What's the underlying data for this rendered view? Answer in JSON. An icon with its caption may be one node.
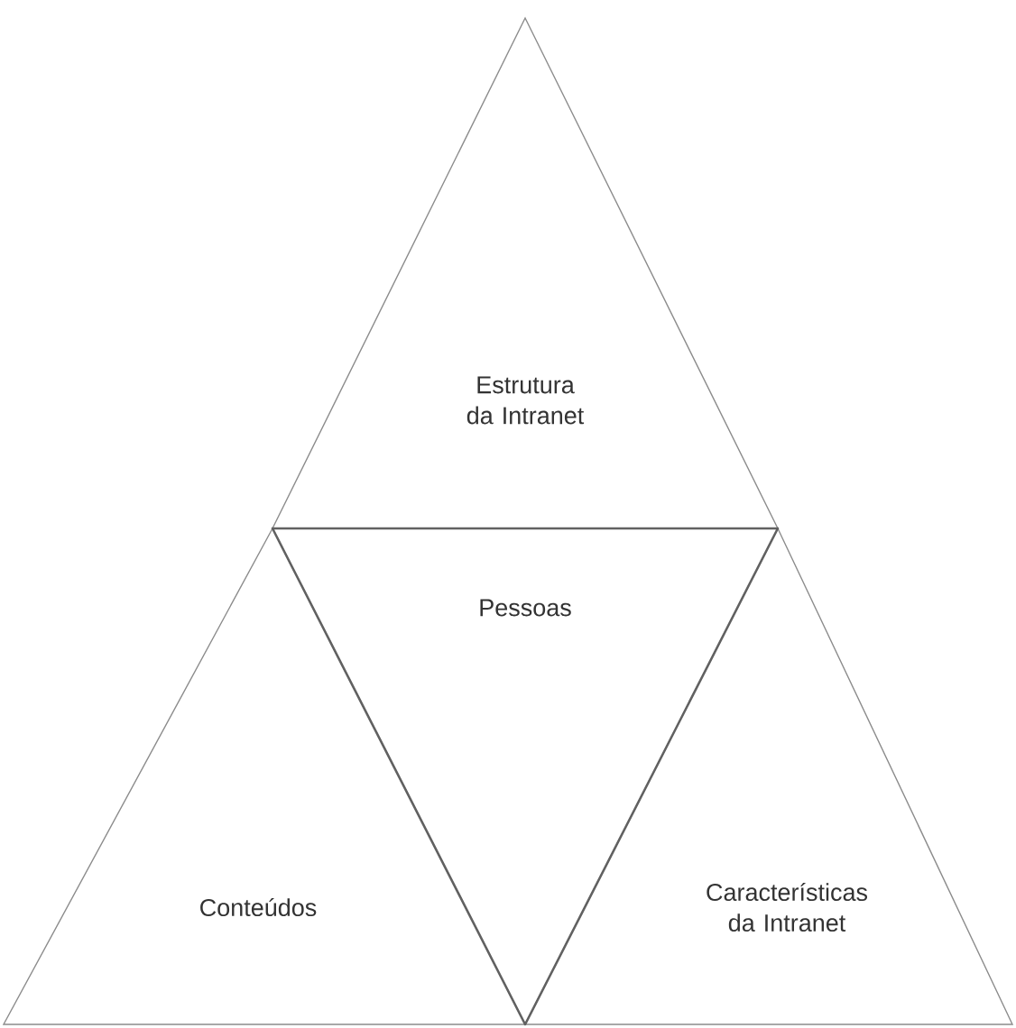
{
  "diagram": {
    "nodes": [
      {
        "text": [
          "Estrutura da Intranet"
        ]
      },
      {
        "text": [
          "Pessoas"
        ]
      },
      {
        "text": [
          "Conteúdos"
        ]
      },
      {
        "text": [
          "Características da Intranet"
        ]
      }
    ]
  }
}
